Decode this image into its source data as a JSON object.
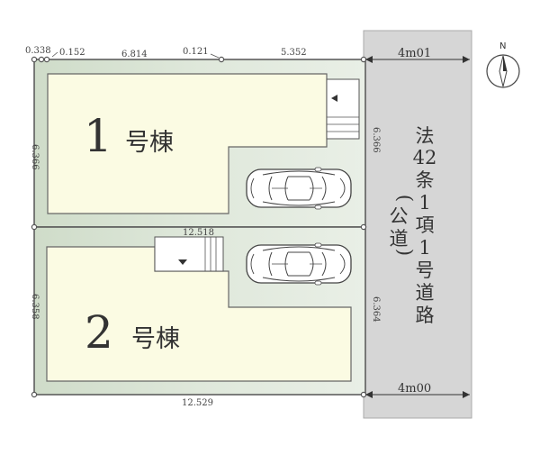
{
  "site": {
    "top_dims": [
      "0.338",
      "0.152",
      "6.814",
      "0.121",
      "5.352"
    ],
    "bottom_dim": "12.529",
    "inner_dim": "12.518",
    "left_dims": {
      "lot1": "6.366",
      "lot2": "6.358"
    },
    "right_dims": {
      "lot1": "6.366",
      "lot2": "6.364"
    }
  },
  "lots": [
    {
      "number": "1",
      "label": "号棟"
    },
    {
      "number": "2",
      "label": "号棟"
    }
  ],
  "road": {
    "width_top": "4m01",
    "width_bottom": "4m00",
    "label_col1": [
      "法",
      "42",
      "条",
      "1",
      "項",
      "1",
      "号",
      "道",
      "路"
    ],
    "label_col2": [
      "(",
      "公",
      "道",
      ")"
    ]
  },
  "compass": {
    "north_label": "N"
  },
  "colors": {
    "lot_green": "#dde6d9",
    "house_yellow": "#fbfbe3",
    "road_gray": "#d6d6d6",
    "outline": "#555555"
  },
  "icons": [
    "car-icon",
    "car-icon",
    "stair-arrow-icon",
    "stair-arrow-icon",
    "north-arrow-icon"
  ]
}
